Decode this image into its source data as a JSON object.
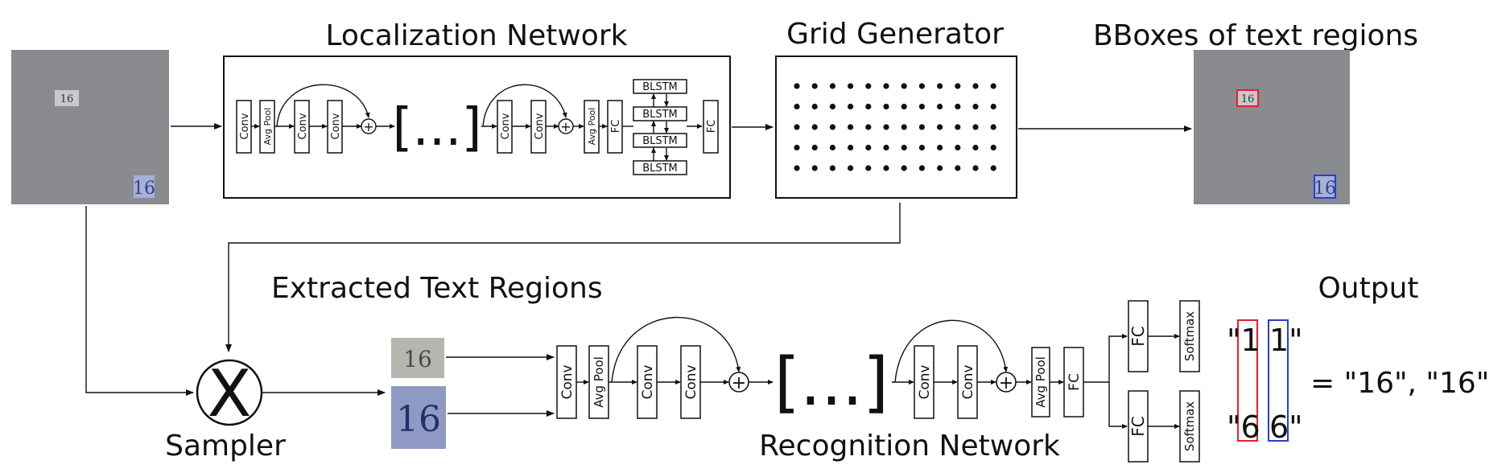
{
  "headings": {
    "localization": "Localization Network",
    "grid": "Grid Generator",
    "bboxes": "BBoxes of text regions",
    "extracted": "Extracted Text Regions",
    "output": "Output",
    "sampler": "Sampler",
    "recognition": "Recognition Network"
  },
  "layers": {
    "conv": "Conv",
    "avg_pool": "Avg Pool",
    "fc": "FC",
    "blstm": "BLSTM",
    "softmax": "Softmax",
    "ellipsis": "[...]",
    "plus": "+",
    "times": "X"
  },
  "image_text": {
    "small_number": "16",
    "large_number": "16"
  },
  "output": {
    "quote_open_1": "\"1",
    "quote_close_1": "1\"",
    "quote_open_2": "\"6",
    "quote_close_2": "6\"",
    "result": "= \"16\", \"16\""
  },
  "colors": {
    "photo_gray": "#8a8b8f",
    "red_box": "#e0202a",
    "blue_box": "#2a3fd0",
    "label_blue": "#33448a"
  }
}
